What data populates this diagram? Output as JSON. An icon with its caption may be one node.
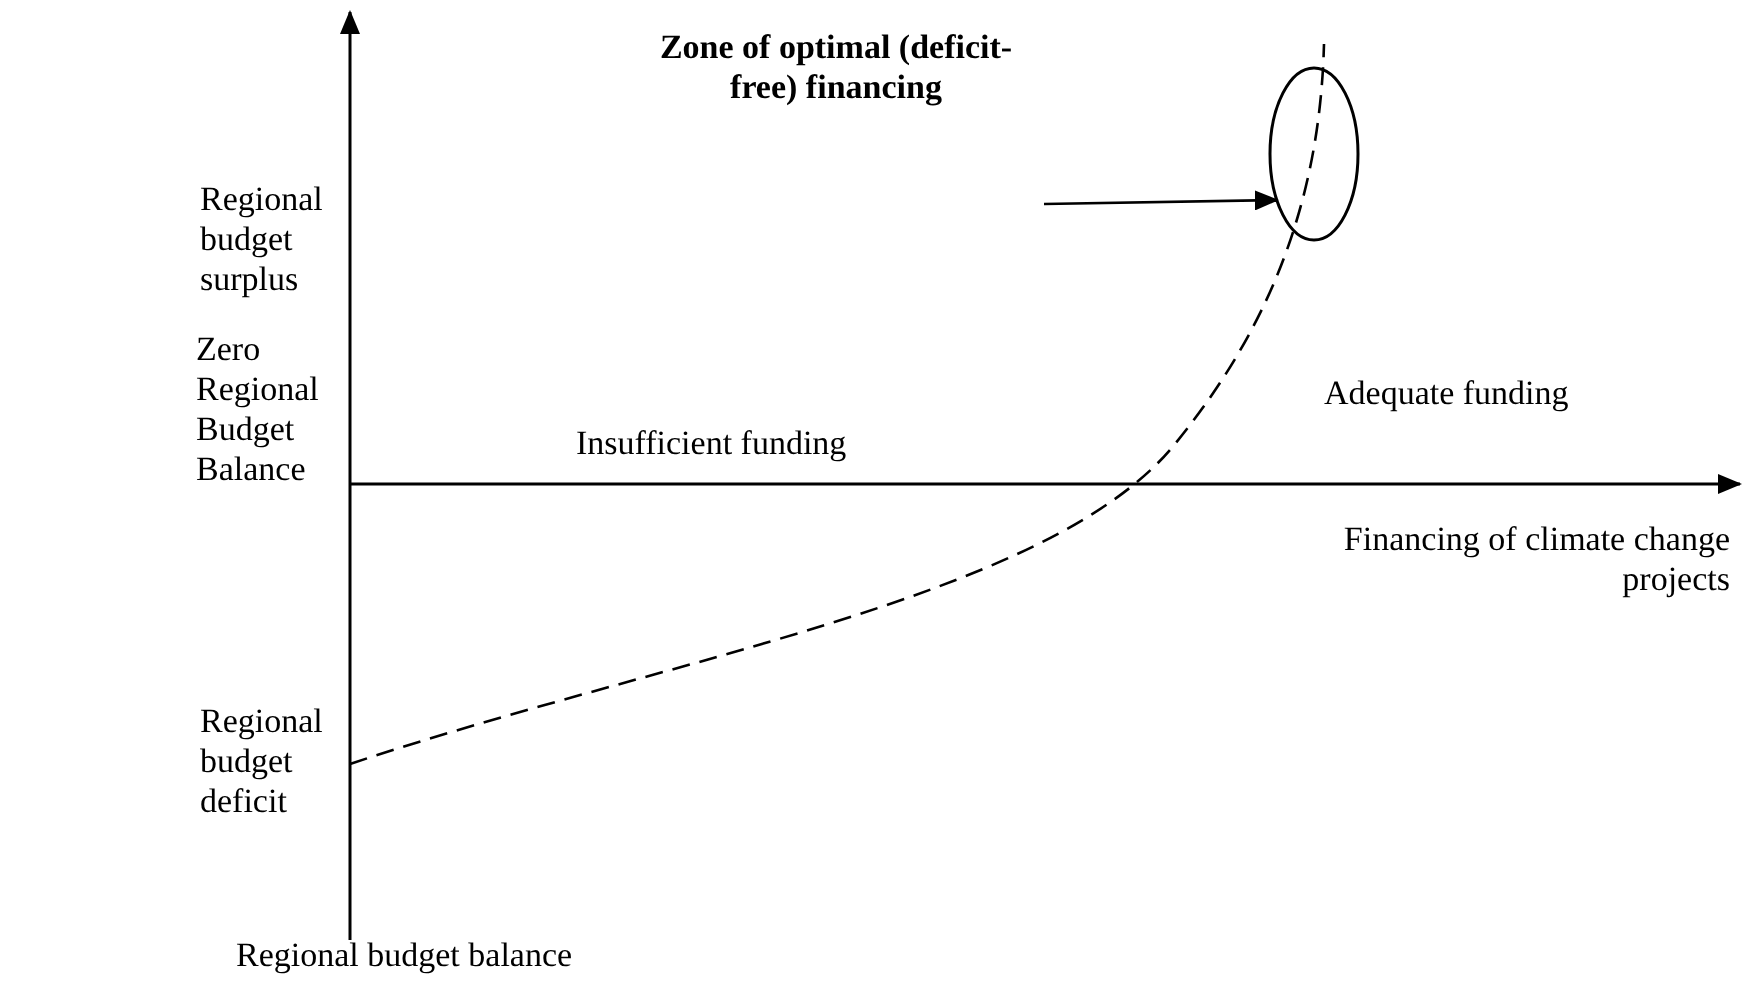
{
  "diagram": {
    "nodes": [
      {
        "text": [
          "Zone of optimal (deficit-free) financing"
        ]
      },
      {
        "text": [],
        "shape": "ellipse"
      }
    ],
    "edges": [
      {
        "from": 0,
        "to": 1,
        "arrow": "to"
      }
    ],
    "labels": [
      "Regional budget surplus",
      "Zero Regional Budget Balance",
      "Insufficient funding",
      "Adequate funding",
      "Financing of climate change projects",
      "Regional budget deficit",
      "Regional budget balance"
    ]
  }
}
